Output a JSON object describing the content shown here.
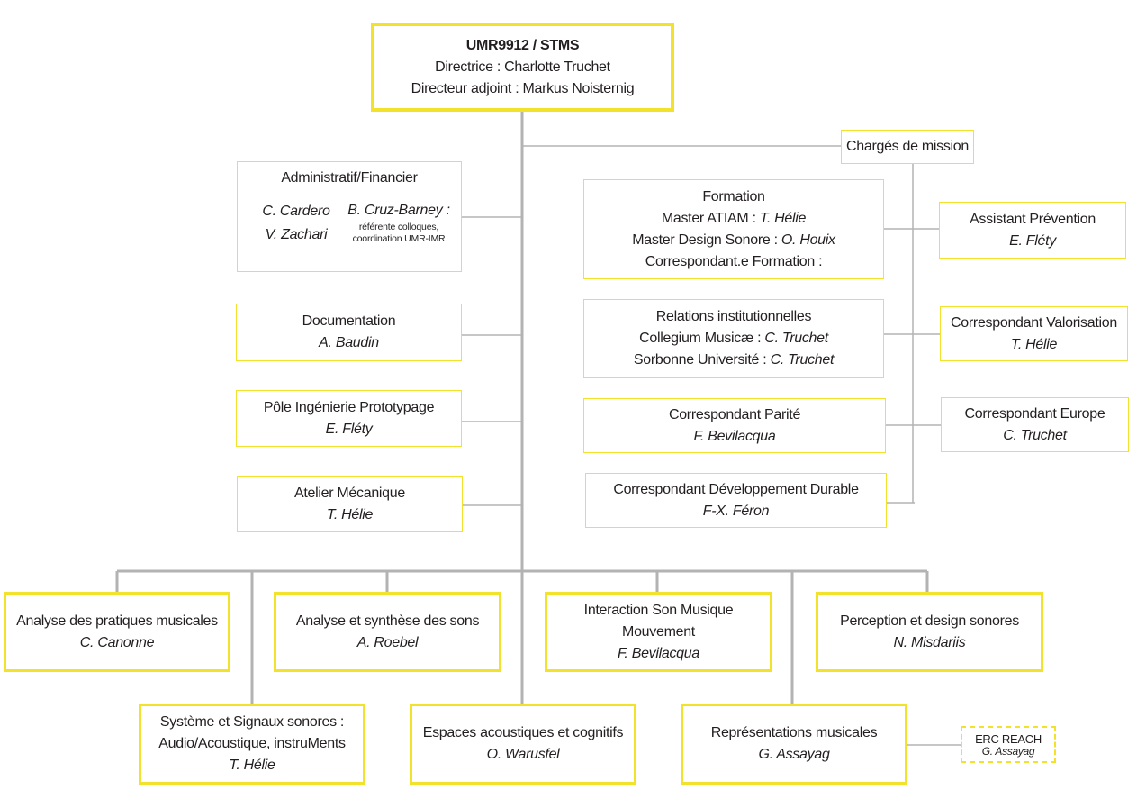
{
  "head": {
    "title": "UMR9912 / STMS",
    "line1": "Directrice : Charlotte Truchet",
    "line2": "Directeur adjoint : Markus Noisternig"
  },
  "missions_label": "Chargés de mission",
  "admin": {
    "title": "Administratif/Financier",
    "names_left": [
      "C. Cardero",
      "V. Zachari"
    ],
    "name_right": "B. Cruz-Barney :",
    "note1": "référente colloques,",
    "note2": "coordination UMR-IMR"
  },
  "left_units": [
    {
      "title": "Documentation",
      "name": "A. Baudin"
    },
    {
      "title": "Pôle Ingénierie Prototypage",
      "name": "E. Fléty"
    },
    {
      "title": "Atelier Mécanique",
      "name": "T. Hélie"
    }
  ],
  "formation": {
    "title": "Formation",
    "l1_label": "Master ATIAM : ",
    "l1_name": "T. Hélie",
    "l2_label": "Master Design Sonore : ",
    "l2_name": "O. Houix",
    "l3_label": "Correspondant.e Formation :"
  },
  "relations": {
    "title": "Relations institutionnelles",
    "l1_label": "Collegium Musicæ : ",
    "l1_name": "C. Truchet",
    "l2_label": "Sorbonne Université : ",
    "l2_name": "C. Truchet"
  },
  "parite": {
    "title": "Correspondant Parité",
    "name": "F. Bevilacqua"
  },
  "durable": {
    "title": "Correspondant Développement Durable",
    "name": "F-X. Féron"
  },
  "right_missions": [
    {
      "title": "Assistant Prévention",
      "name": "E. Fléty"
    },
    {
      "title": "Correspondant Valorisation",
      "name": "T. Hélie"
    },
    {
      "title": "Correspondant Europe",
      "name": "C. Truchet"
    }
  ],
  "teams_row1": [
    {
      "title": "Analyse des pratiques musicales",
      "name": "C. Canonne"
    },
    {
      "title": "Analyse et synthèse des sons",
      "name": "A. Roebel"
    },
    {
      "title1": "Interaction Son Musique",
      "title2": "Mouvement",
      "name": "F. Bevilacqua"
    },
    {
      "title": "Perception et design sonores",
      "name": "N. Misdariis"
    }
  ],
  "teams_row2": [
    {
      "title1": "Système et Signaux sonores :",
      "title2": "Audio/Acoustique, instruMents",
      "name": "T. Hélie"
    },
    {
      "title": "Espaces acoustiques et cognitifs",
      "name": "O. Warusfel"
    },
    {
      "title": "Représentations musicales",
      "name": "G. Assayag"
    }
  ],
  "erc": {
    "title": "ERC REACH",
    "name": "G. Assayag"
  },
  "colors": {
    "accent": "#f2e22c",
    "connector": "#b3b3b3",
    "text": "#231f20"
  }
}
